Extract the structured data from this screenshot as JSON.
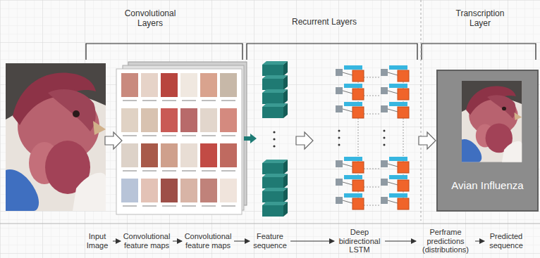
{
  "diagram": {
    "nodes": [
      {
        "text": [
          "Avian Influenza"
        ]
      },
      {
        "text": [
          "Input Image"
        ]
      },
      {
        "text": [
          "Convolutional feature maps"
        ]
      },
      {
        "text": [
          "Convolutional feature maps"
        ]
      },
      {
        "text": [
          "Feature sequence"
        ]
      },
      {
        "text": [
          "Deep bidirectional LSTM"
        ]
      },
      {
        "text": [
          "Perframe predictions (distributions)"
        ]
      },
      {
        "text": [
          "Predicted sequence"
        ]
      }
    ],
    "edges": [
      {
        "from": 1,
        "to": 2,
        "arrow": "to"
      },
      {
        "from": 2,
        "to": 3,
        "arrow": "to"
      },
      {
        "from": 3,
        "to": 4,
        "arrow": "to"
      },
      {
        "from": 4,
        "to": 5,
        "arrow": "to"
      },
      {
        "from": 5,
        "to": 6,
        "arrow": "to"
      },
      {
        "from": 6,
        "to": 7,
        "arrow": "to"
      }
    ],
    "labels": [
      "Convolutional Layers",
      "Recurrent Layers",
      "Transcription Layer"
    ]
  }
}
